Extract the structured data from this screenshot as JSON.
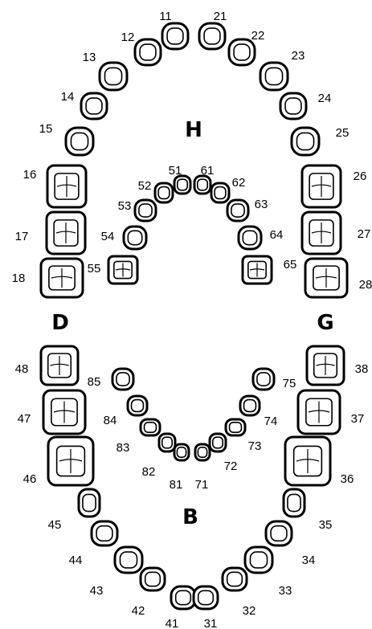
{
  "quadrant_labels": {
    "upper": "H",
    "lower": "B",
    "left": "D",
    "right": "G"
  },
  "teeth": {
    "permanent_upper_right": [
      "11",
      "12",
      "13",
      "14",
      "15",
      "16",
      "17",
      "18"
    ],
    "permanent_upper_left": [
      "21",
      "22",
      "23",
      "24",
      "25",
      "26",
      "27",
      "28"
    ],
    "permanent_lower_left": [
      "31",
      "32",
      "33",
      "34",
      "35",
      "36",
      "37",
      "38"
    ],
    "permanent_lower_right": [
      "41",
      "42",
      "43",
      "44",
      "45",
      "46",
      "47",
      "48"
    ],
    "deciduous_upper_right": [
      "51",
      "52",
      "53",
      "54",
      "55"
    ],
    "deciduous_upper_left": [
      "61",
      "62",
      "63",
      "64",
      "65"
    ],
    "deciduous_lower_left": [
      "71",
      "72",
      "73",
      "74",
      "75"
    ],
    "deciduous_lower_right": [
      "81",
      "82",
      "83",
      "84",
      "85"
    ]
  },
  "colors": {
    "ink": "#000000",
    "background": "#ffffff"
  }
}
